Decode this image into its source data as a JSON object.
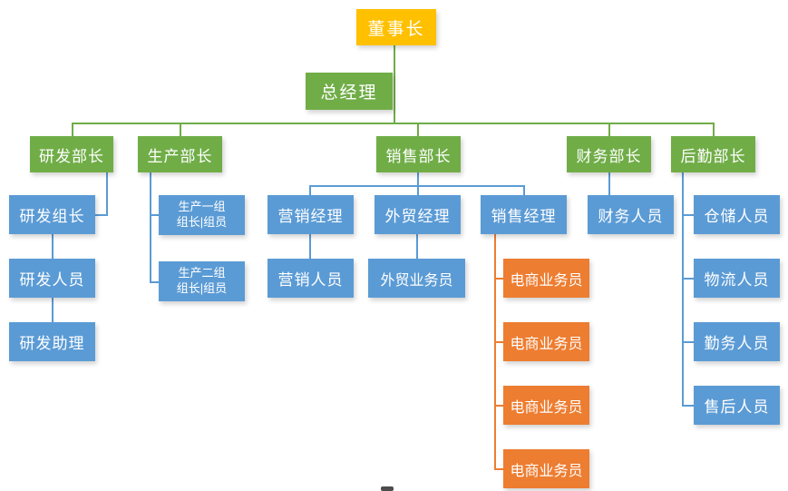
{
  "diagram": {
    "type": "org-chart",
    "colors": {
      "yellow": "#FFC000",
      "green": "#70AD47",
      "blue": "#5B9BD5",
      "orange": "#ED7D31"
    },
    "nodes": {
      "chairman": {
        "label": "董事长"
      },
      "gm": {
        "label": "总经理"
      },
      "rd_head": {
        "label": "研发部长"
      },
      "prod_head": {
        "label": "生产部长"
      },
      "sales_head": {
        "label": "销售部长"
      },
      "finance_head": {
        "label": "财务部长"
      },
      "logistics_head": {
        "label": "后勤部长"
      },
      "rd_leader": {
        "label": "研发组长"
      },
      "rd_staff": {
        "label": "研发人员"
      },
      "rd_assistant": {
        "label": "研发助理"
      },
      "prod_group1": {
        "label": "生产一组",
        "sub": "组长|组员"
      },
      "prod_group2": {
        "label": "生产二组",
        "sub": "组长|组员"
      },
      "marketing_mgr": {
        "label": "营销经理"
      },
      "trade_mgr": {
        "label": "外贸经理"
      },
      "sales_mgr": {
        "label": "销售经理"
      },
      "marketing_staff": {
        "label": "营销人员"
      },
      "trade_sales": {
        "label": "外贸业务员"
      },
      "ecom1": {
        "label": "电商业务员"
      },
      "ecom2": {
        "label": "电商业务员"
      },
      "ecom3": {
        "label": "电商业务员"
      },
      "ecom4": {
        "label": "电商业务员"
      },
      "finance_staff": {
        "label": "财务人员"
      },
      "warehouse_staff": {
        "label": "仓储人员"
      },
      "logistics_staff": {
        "label": "物流人员"
      },
      "service_staff": {
        "label": "勤务人员"
      },
      "aftersales_staff": {
        "label": "售后人员"
      }
    }
  }
}
